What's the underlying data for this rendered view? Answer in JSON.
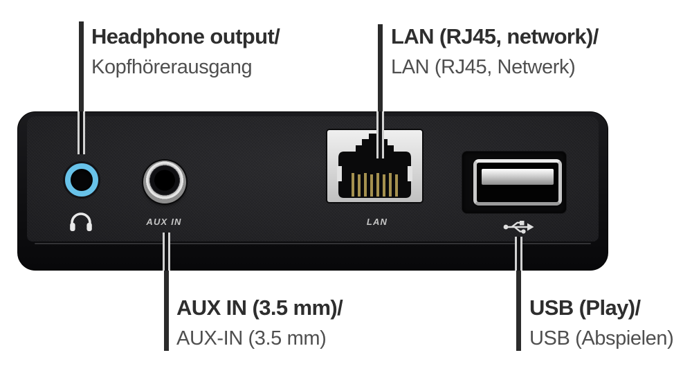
{
  "diagram_title": "device-rear-panel-port-diagram",
  "labels": {
    "headphone": {
      "bold": "Headphone output/",
      "regular": "Kopfhörerausgang"
    },
    "lan": {
      "bold": "LAN (RJ45, network)/",
      "regular": "LAN (RJ45, Netwerk)"
    },
    "aux": {
      "bold": "AUX IN (3.5 mm)/",
      "regular": "AUX-IN (3.5 mm)"
    },
    "usb": {
      "bold": "USB (Play)/",
      "regular": "USB (Abspielen)"
    }
  },
  "device": {
    "port_labels": {
      "aux": "AUX IN",
      "lan": "LAN"
    },
    "icons": {
      "headphone": "headphone-icon",
      "usb": "usb-trident-icon"
    },
    "colors": {
      "headphone_ring": "#68c2e9",
      "aux_ring_silver": "#d9d9d9",
      "lan_bezel": "#d9d9d9",
      "lan_pin_gold": "#a5914f",
      "usb_metal": "#c9c9c9",
      "device_body": "#101012",
      "device_face": "#242427",
      "label_bold_text": "#2e2e2e",
      "label_regular_text": "#4f4f4f"
    }
  }
}
